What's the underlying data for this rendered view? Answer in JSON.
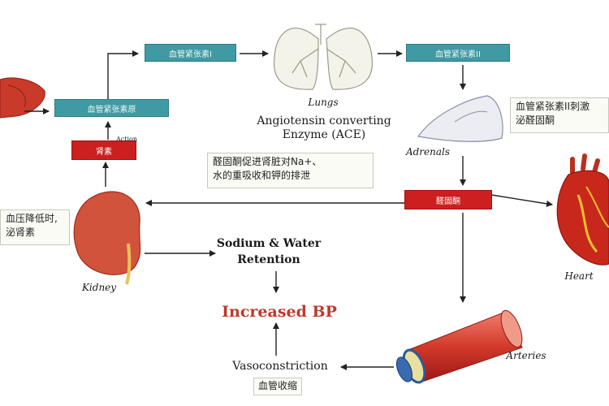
{
  "boxes": {
    "angiotensinogen": "血管紧张素原",
    "angiotensin_i": "血管紧张素I",
    "angiotensin_ii": "血管紧张素II",
    "renin": "肾素",
    "aldosterone": "醛固酮"
  },
  "notes": {
    "aldosterone_effect": "醛固酮促进肾脏对Na+、\n水的重吸收和钾的排泄",
    "adrenal_stimulus": "血管紧张素II刺激\n泌醛固酮",
    "kidney_response": "血压降低时,\n泌肾素",
    "vasoconstriction_cn": "血管收缩"
  },
  "labels": {
    "lungs": "Lungs",
    "ace_line1": "Angiotensin converting",
    "ace_line2": "Enzyme (ACE)",
    "adrenals": "Adrenals",
    "kidney": "Kidney",
    "heart": "Heart",
    "arteries": "Arteries",
    "action": "Action",
    "sodium_line1": "Sodium & Water",
    "sodium_line2": "Retention",
    "increased_bp": "Increased BP",
    "vasoconstriction": "Vasoconstriction"
  },
  "colors": {
    "teal_box": "#3f9aa3",
    "red_box": "#cc1f1f",
    "bp_text": "#c0392b"
  }
}
